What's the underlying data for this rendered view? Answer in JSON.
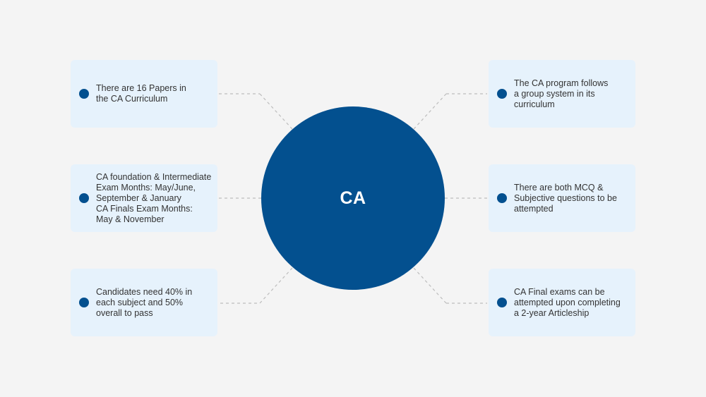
{
  "center": {
    "label": "CA"
  },
  "colors": {
    "background": "#f4f4f4",
    "card": "#e6f2fc",
    "accent": "#03508f",
    "connector": "#bdbdbd",
    "text": "#333333"
  },
  "left": [
    {
      "text": "There are 16 Papers in\nthe CA Curriculum"
    },
    {
      "text": "CA foundation & Intermediate\nExam Months: May/June,\nSeptember & January\nCA Finals Exam Months:\nMay & November"
    },
    {
      "text": "Candidates need 40% in\neach subject and 50%\noverall to pass"
    }
  ],
  "right": [
    {
      "text": "The CA program follows\na group system in its\ncurriculum"
    },
    {
      "text": "There are both MCQ &\nSubjective questions to be\nattempted"
    },
    {
      "text": "CA Final exams can be\nattempted upon completing\na 2-year Articleship"
    }
  ]
}
